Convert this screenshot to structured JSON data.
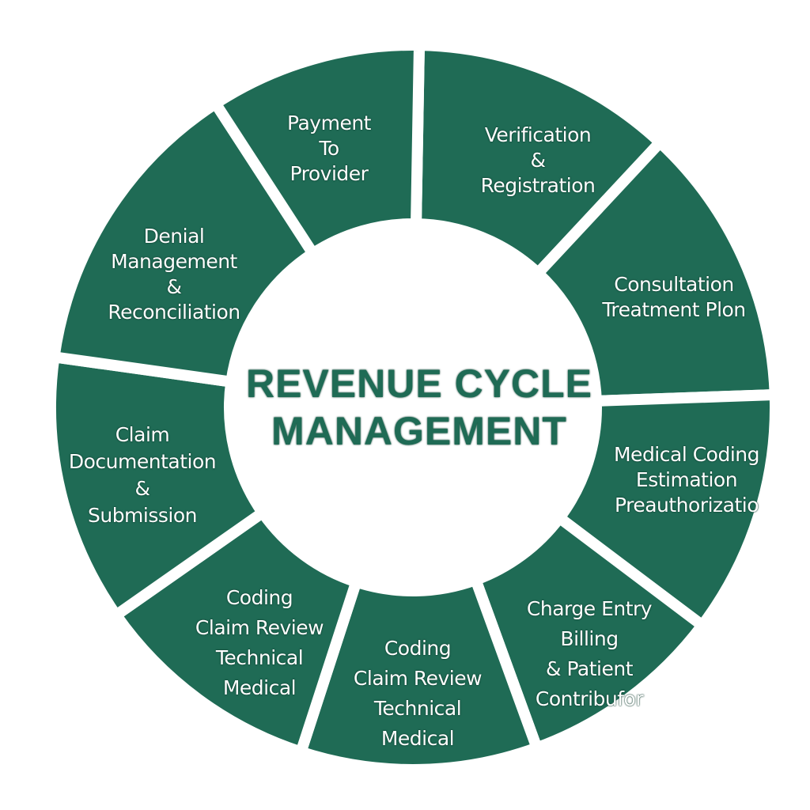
{
  "title": {
    "line1": "REVENUE CYCLE",
    "line2": "MANAGEMENT"
  },
  "colors": {
    "segment": "#1f6b55",
    "title": "#1f6b55",
    "text": "#ffffff"
  },
  "segments": [
    {
      "lines": [
        "Verification",
        "&",
        "Registration"
      ]
    },
    {
      "lines": [
        "Consultation",
        "Treatment Plon"
      ]
    },
    {
      "lines": [
        "Medical Coding",
        "Estimation",
        "Preauthorizatio"
      ]
    },
    {
      "lines": [
        "Charge Entry",
        "Billing",
        "& Patient",
        "Contribufor"
      ]
    },
    {
      "lines": [
        "Coding",
        "Claim Review",
        "Technical",
        "Medical"
      ]
    },
    {
      "lines": [
        "Coding",
        "Claim Review",
        "Technical",
        "Medical"
      ]
    },
    {
      "lines": [
        "Claim",
        "Documentation",
        "&",
        "Submission"
      ]
    },
    {
      "lines": [
        "Denial",
        "Management",
        "&",
        "Reconciliation"
      ]
    },
    {
      "lines": [
        "Payment",
        "To",
        "Provider"
      ]
    }
  ]
}
